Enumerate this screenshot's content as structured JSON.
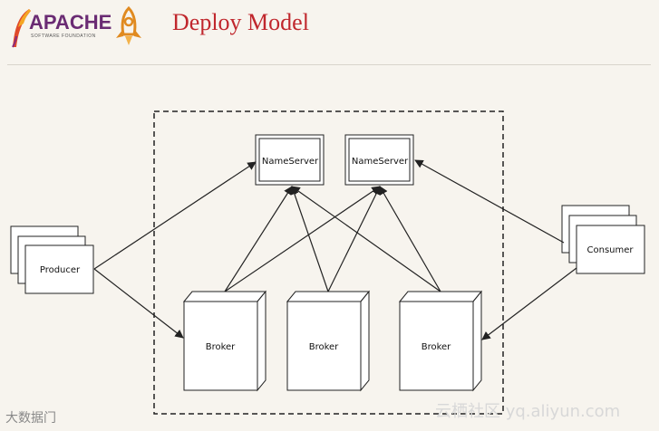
{
  "header": {
    "logo_text": "APACHE",
    "logo_subtext": "SOFTWARE FOUNDATION",
    "title": "Deploy Model"
  },
  "diagram": {
    "nameservers": [
      "NameServer",
      "NameServer"
    ],
    "brokers": [
      "Broker",
      "Broker",
      "Broker"
    ],
    "producer": "Producer",
    "consumer": "Consumer"
  },
  "footer": {
    "mark": "大数据门",
    "watermark": "云栖社区 yq.aliyun.com"
  },
  "colors": {
    "title": "#c0272d",
    "stroke": "#222222",
    "background": "#f7f4ee"
  },
  "icons": [
    "feather-icon",
    "rocket-icon"
  ]
}
